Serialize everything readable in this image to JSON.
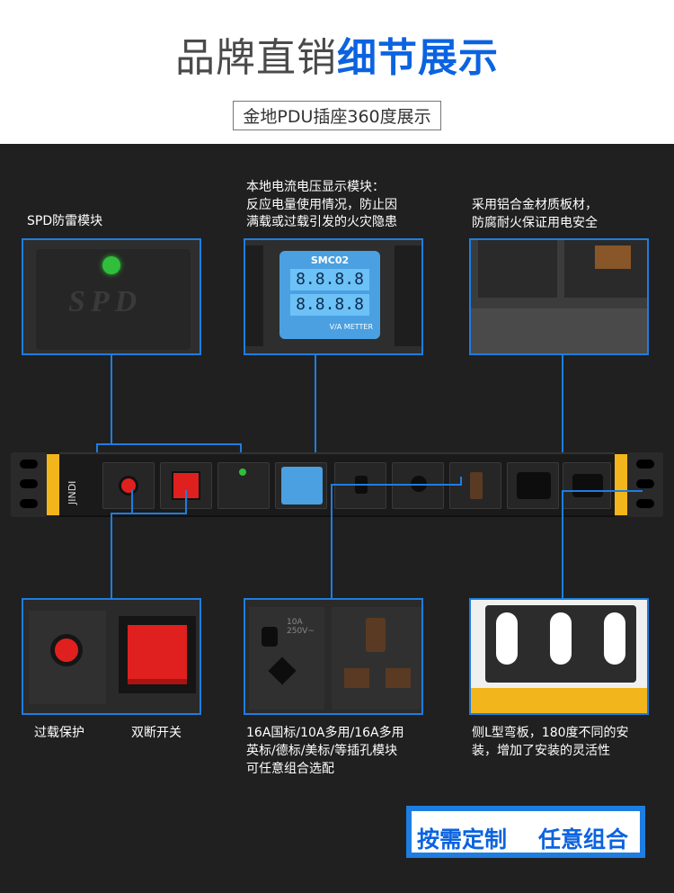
{
  "header": {
    "title_part1": "品牌直销",
    "title_part2": "细节展示",
    "subtitle": "金地PDU插座360度展示"
  },
  "labels": {
    "spd": "SPD防雷模块",
    "meter_1": "本地电流电压显示模块：",
    "meter_2": "反应电量使用情况，防止因",
    "meter_3": "满载或过载引发的火灾隐患",
    "alloy_1": "采用铝合金材质板材，",
    "alloy_2": "防腐耐火保证用电安全",
    "overload": "过载保护",
    "switch": "双断开关",
    "socket_1": "16A国标/10A多用/16A多用",
    "socket_2": "英标/德标/美标/等插孔模块",
    "socket_3": "可任意组合选配",
    "bracket_1": "侧L型弯板，180度不同的安",
    "bracket_2": "装，增加了安装的灵活性"
  },
  "panels": {
    "spd_text": "SPD",
    "meter_model": "SMC02",
    "meter_digits": "8.8.8.8",
    "meter_caption": "V/A METTER",
    "socket_rating_1": "10A",
    "socket_rating_2": "250V~",
    "brand": "JINDI"
  },
  "buttons": {
    "custom": "按需定制",
    "combine": "任意组合"
  },
  "colors": {
    "accent": "#1e7de0",
    "title_blue": "#0b63e0",
    "bracket_yellow": "#f2b61c",
    "switch_red": "#e0201e",
    "led_green": "#2fbf3a"
  }
}
